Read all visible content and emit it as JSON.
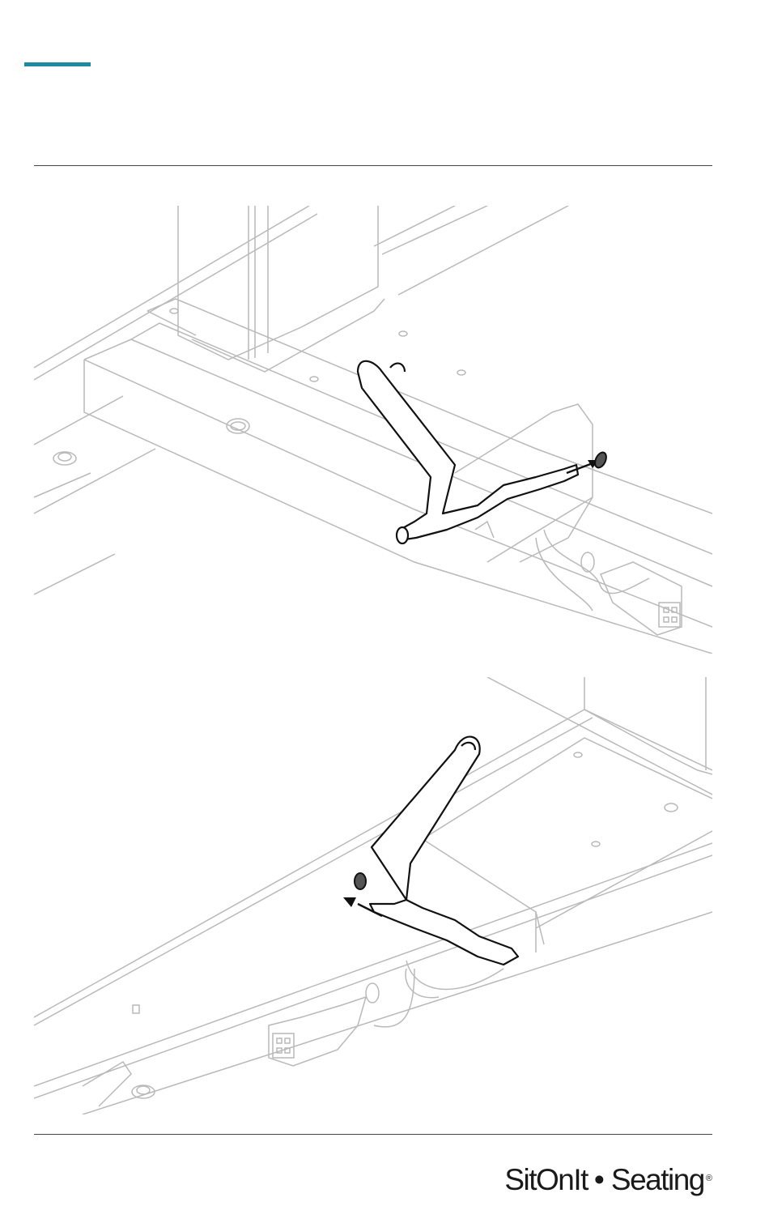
{
  "colors": {
    "accent": "#1e8aa0",
    "rule": "#444444",
    "line_art": "#b9b9b9",
    "outline": "#111111",
    "plug": "#555555"
  },
  "illustrations": [
    {
      "id": "step-remove-pin",
      "arrow_direction": "outward"
    },
    {
      "id": "step-insert-pin",
      "arrow_direction": "inward"
    }
  ],
  "footer": {
    "brand_part1": "SitOnIt",
    "separator": "•",
    "brand_part2": "Seating",
    "registered": "®"
  }
}
